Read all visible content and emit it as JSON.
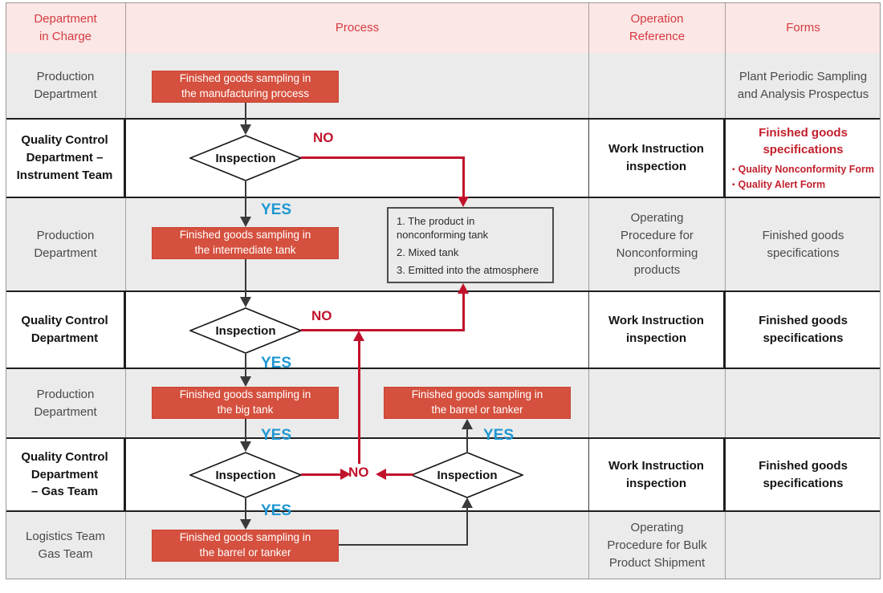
{
  "columns": {
    "department": "Department\nin Charge",
    "process": "Process",
    "op_ref": "Operation\nReference",
    "forms": "Forms"
  },
  "lanes": [
    {
      "department": "Production\nDepartment",
      "op_ref": "",
      "forms": "Plant Periodic Sampling\nand Analysis Prospectus"
    },
    {
      "department": "Quality Control\nDepartment –\nInstrument Team",
      "op_ref": "Work Instruction\ninspection",
      "forms_title": "Finished goods\nspecifications",
      "forms_bullets": [
        "Quality Nonconformity Form",
        "Quality Alert Form"
      ]
    },
    {
      "department": "Production\nDepartment",
      "op_ref": "Operating\nProcedure for\nNonconforming\nproducts",
      "forms": "Finished goods\nspecifications"
    },
    {
      "department": "Quality Control\nDepartment",
      "op_ref": "Work Instruction\ninspection",
      "forms": "Finished goods\nspecifications"
    },
    {
      "department": "Production\nDepartment",
      "op_ref": "",
      "forms": ""
    },
    {
      "department": "Quality Control\nDepartment\n– Gas Team",
      "op_ref": "Work Instruction\ninspection",
      "forms": "Finished goods\nspecifications"
    },
    {
      "department": "Logistics Team\nGas Team",
      "op_ref": "Operating\nProcedure for Bulk\nProduct Shipment",
      "forms": ""
    }
  ],
  "flow": {
    "decision_label": "Inspection",
    "yes_label": "YES",
    "no_label": "NO",
    "process_boxes": [
      "Finished goods sampling in\nthe manufacturing process",
      "Finished goods sampling in\nthe intermediate tank",
      "Finished goods sampling in\nthe big tank",
      "Finished goods sampling in\nthe barrel or tanker",
      "Finished goods sampling in\nthe barrel or tanker"
    ],
    "note": {
      "items": [
        "1. The product in\n    nonconforming tank",
        "2. Mixed tank",
        "3. Emitted into the atmosphere"
      ]
    }
  },
  "colors": {
    "box_red": "#d5503e",
    "line_red": "#c1122c",
    "yes_blue": "#1e97d4",
    "header_pink": "#fbe7e5",
    "header_red": "#d63a42",
    "lane_gray": "#ebebeb"
  }
}
